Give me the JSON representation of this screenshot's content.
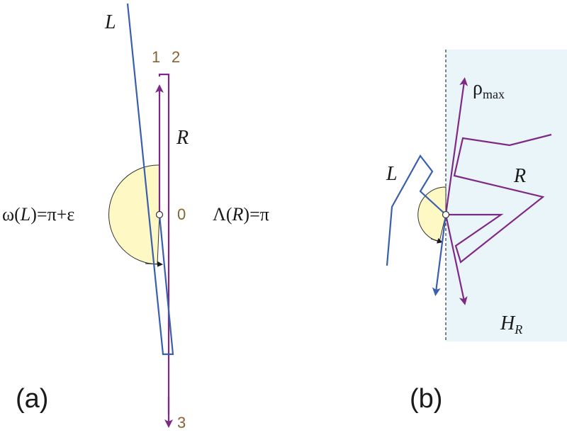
{
  "colors": {
    "blue_path": "#3b5fae",
    "purple_path": "#7d2a87",
    "angle_fill": "#fdf8c4",
    "half_plane_fill": "#eaf5f9",
    "point_label": "#8a6232"
  },
  "panel_a": {
    "label": "(a)",
    "path_L_label": "L",
    "path_R_label": "R",
    "point_labels": [
      "1",
      "2",
      "0",
      "3"
    ],
    "omega_text": "ω(L)=π+ε",
    "omega_symbol": "ω",
    "omega_arg": "L",
    "omega_value": "=π+ε",
    "lambda_symbol": "Λ",
    "lambda_arg": "R",
    "lambda_value": "=π"
  },
  "panel_b": {
    "label": "(b)",
    "path_L_label": "L",
    "path_R_label": "R",
    "rho_symbol": "ρ",
    "rho_subscript": "max",
    "half_plane_symbol": "H",
    "half_plane_subscript": "R"
  }
}
